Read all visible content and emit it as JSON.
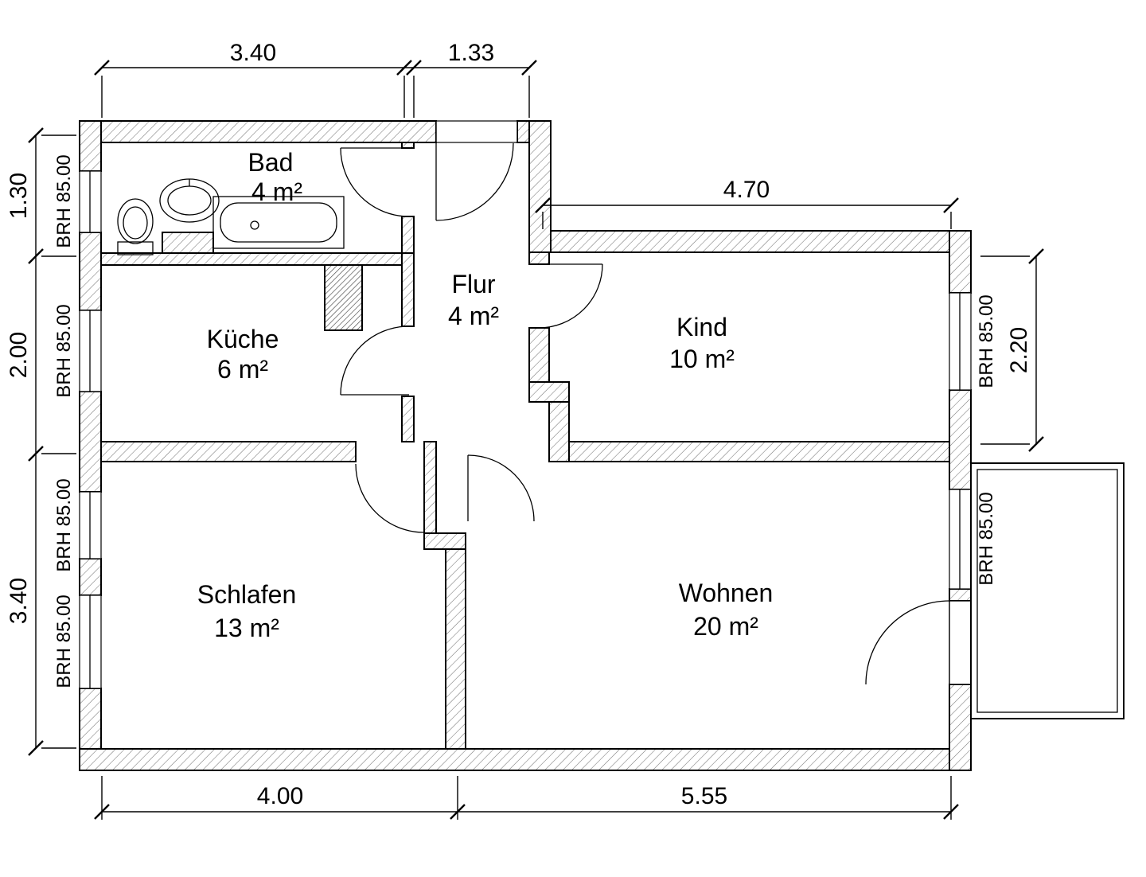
{
  "plan": {
    "rooms": {
      "bad": {
        "name": "Bad",
        "area": "4 m²"
      },
      "flur": {
        "name": "Flur",
        "area": "4 m²"
      },
      "kueche": {
        "name": "Küche",
        "area": "6 m²"
      },
      "kind": {
        "name": "Kind",
        "area": "10 m²"
      },
      "schlafen": {
        "name": "Schlafen",
        "area": "13 m²"
      },
      "wohnen": {
        "name": "Wohnen",
        "area": "20 m²"
      }
    },
    "dimensions": {
      "top_width_main": "3.40",
      "top_width_flur": "1.33",
      "kind_width": "4.70",
      "left_bad": "1.30",
      "left_kueche": "2.00",
      "left_schlafen": "3.40",
      "right_kind": "2.20",
      "bottom_schlafen": "4.00",
      "bottom_wohnen": "5.55"
    },
    "window_sill_label": "BRH 85.00",
    "colors": {
      "line": "#000000",
      "background": "#ffffff",
      "hatch": "#666666"
    }
  }
}
